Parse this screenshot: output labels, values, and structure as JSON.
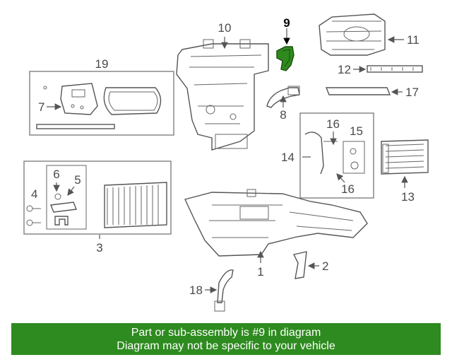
{
  "diagram": {
    "highlighted_part": "9",
    "labels": {
      "p1": "1",
      "p2": "2",
      "p3": "3",
      "p4": "4",
      "p5": "5",
      "p6": "6",
      "p7": "7",
      "p8": "8",
      "p9": "9",
      "p10": "10",
      "p11": "11",
      "p12": "12",
      "p13": "13",
      "p14": "14",
      "p15": "15",
      "p16a": "16",
      "p16b": "16",
      "p17": "17",
      "p18": "18",
      "p19": "19"
    }
  },
  "banner": {
    "line1": "Part or sub-assembly is #9 in diagram",
    "line2": "Diagram may not be specific to your vehicle"
  },
  "colors": {
    "banner_bg": "#2e8b1f",
    "highlight": "#2f8a1e",
    "line": "#555555"
  }
}
